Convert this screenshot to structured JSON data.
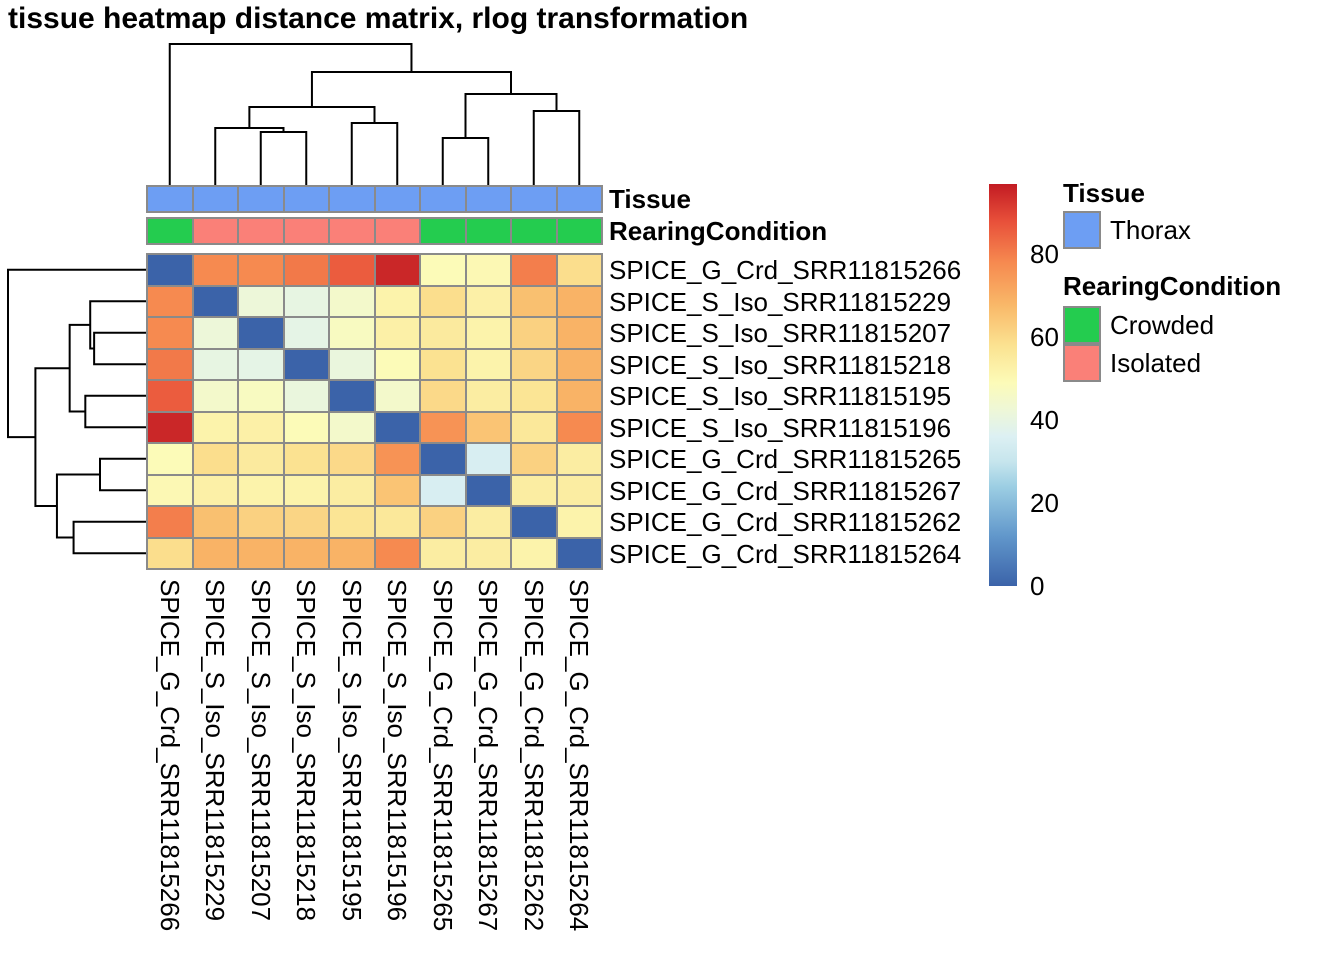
{
  "title": "tissue heatmap distance matrix, rlog transformation",
  "chart_data": {
    "type": "heatmap",
    "samples": [
      "SPICE_G_Crd_SRR11815266",
      "SPICE_S_Iso_SRR11815229",
      "SPICE_S_Iso_SRR11815207",
      "SPICE_S_Iso_SRR11815218",
      "SPICE_S_Iso_SRR11815195",
      "SPICE_S_Iso_SRR11815196",
      "SPICE_G_Crd_SRR11815265",
      "SPICE_G_Crd_SRR11815267",
      "SPICE_G_Crd_SRR11815262",
      "SPICE_G_Crd_SRR11815264"
    ],
    "matrix": [
      [
        0,
        78,
        78,
        81,
        86,
        95,
        49,
        50,
        80,
        59
      ],
      [
        78,
        0,
        42,
        40,
        45,
        52,
        59,
        53,
        66,
        69
      ],
      [
        78,
        42,
        0,
        39,
        47,
        53,
        55,
        52,
        62,
        69
      ],
      [
        81,
        40,
        39,
        0,
        41,
        49,
        58,
        52,
        61,
        69
      ],
      [
        86,
        45,
        47,
        41,
        0,
        45,
        60,
        54,
        57,
        69
      ],
      [
        95,
        52,
        53,
        49,
        45,
        0,
        76,
        65,
        56,
        78
      ],
      [
        49,
        59,
        55,
        58,
        60,
        76,
        0,
        35,
        62,
        54
      ],
      [
        50,
        53,
        52,
        52,
        54,
        65,
        35,
        0,
        54,
        54
      ],
      [
        80,
        66,
        62,
        61,
        57,
        56,
        62,
        54,
        0,
        52
      ],
      [
        59,
        69,
        69,
        69,
        69,
        78,
        54,
        54,
        52,
        0
      ]
    ],
    "value_range": [
      0,
      97
    ],
    "colorbar_ticks": [
      0,
      20,
      40,
      60,
      80
    ],
    "palette_stops": [
      {
        "value": 0,
        "color": "#3B63A9"
      },
      {
        "value": 12,
        "color": "#6197CB"
      },
      {
        "value": 24,
        "color": "#9CCEE3"
      },
      {
        "value": 30,
        "color": "#C6E5ED"
      },
      {
        "value": 36,
        "color": "#DCF0F3"
      },
      {
        "value": 42,
        "color": "#EDF7D9"
      },
      {
        "value": 49,
        "color": "#FCFBB8"
      },
      {
        "value": 58,
        "color": "#FBE291"
      },
      {
        "value": 68,
        "color": "#F9B768"
      },
      {
        "value": 78,
        "color": "#F68A50"
      },
      {
        "value": 88,
        "color": "#E8503A"
      },
      {
        "value": 97,
        "color": "#C21B23"
      }
    ],
    "cell_border_color": "#8A8A8A",
    "column_annotations": [
      {
        "name": "Tissue",
        "values": [
          "Thorax",
          "Thorax",
          "Thorax",
          "Thorax",
          "Thorax",
          "Thorax",
          "Thorax",
          "Thorax",
          "Thorax",
          "Thorax"
        ]
      },
      {
        "name": "RearingCondition",
        "values": [
          "Crowded",
          "Isolated",
          "Isolated",
          "Isolated",
          "Isolated",
          "Isolated",
          "Crowded",
          "Crowded",
          "Crowded",
          "Crowded"
        ]
      }
    ],
    "annotation_colors": {
      "Thorax": "#6D9EF3",
      "Crowded": "#24CC4F",
      "Isolated": "#FA8078"
    },
    "dendrogram": {
      "max_height": 141,
      "merges": [
        {
          "a": -3,
          "b": -4,
          "h": 53
        },
        {
          "a": -2,
          "b": 1,
          "h": 57
        },
        {
          "a": -5,
          "b": -6,
          "h": 62
        },
        {
          "a": 2,
          "b": 3,
          "h": 78
        },
        {
          "a": -7,
          "b": -8,
          "h": 47
        },
        {
          "a": -9,
          "b": -10,
          "h": 74
        },
        {
          "a": 5,
          "b": 6,
          "h": 91
        },
        {
          "a": 4,
          "b": 7,
          "h": 113
        },
        {
          "a": -1,
          "b": 8,
          "h": 141
        }
      ]
    }
  },
  "legend": {
    "tissue": {
      "title": "Tissue",
      "items": [
        {
          "label": "Thorax",
          "color": "#6D9EF3"
        }
      ]
    },
    "rearing_condition": {
      "title": "RearingCondition",
      "items": [
        {
          "label": "Crowded",
          "color": "#24CC4F"
        },
        {
          "label": "Isolated",
          "color": "#FA8078"
        }
      ]
    }
  }
}
